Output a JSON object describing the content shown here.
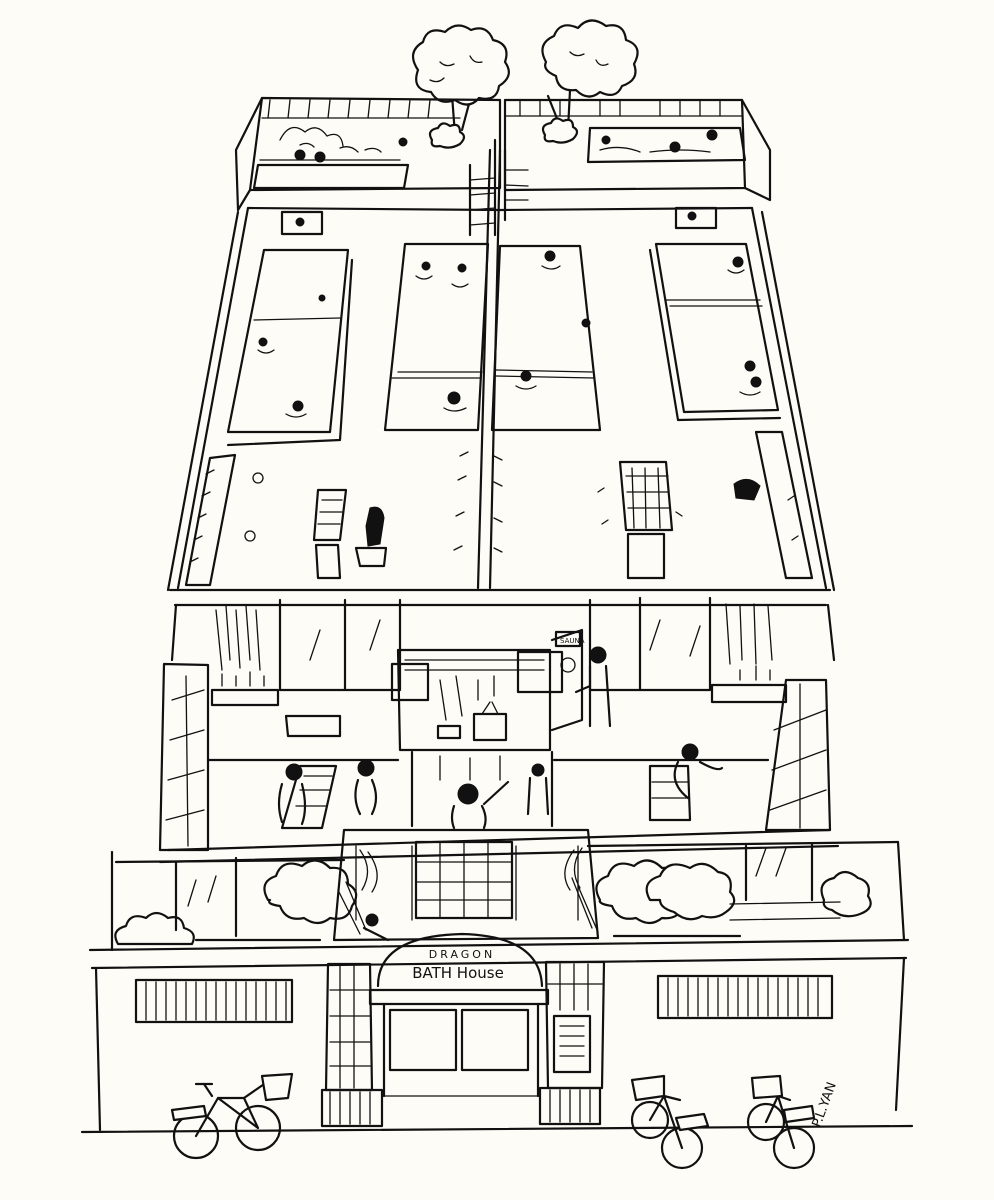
{
  "illustration": {
    "style": "line-art",
    "ink_color": "#111111",
    "paper_color": "#fdfcf6"
  },
  "sign": {
    "line1": "DRAGON",
    "line2": "BATH House"
  },
  "sauna_sign": "SAUNA",
  "signature": "P.L.YAN"
}
